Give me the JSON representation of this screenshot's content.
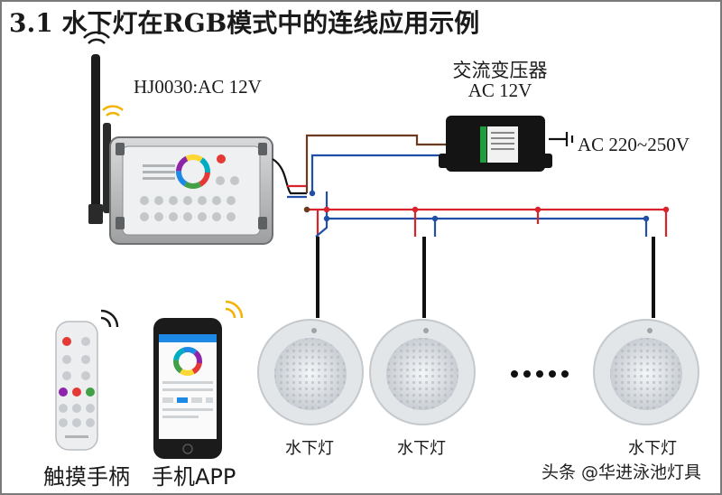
{
  "title": "3.1 水下灯在RGB模式中的连线应用示例",
  "controller": {
    "model_label": "HJ0030:AC 12V"
  },
  "transformer": {
    "name": "交流变压器",
    "voltage": "AC 12V"
  },
  "mains": {
    "label": "AC 220~250V"
  },
  "lamps": [
    {
      "label": "水下灯"
    },
    {
      "label": "水下灯"
    },
    {
      "label": "水下灯"
    }
  ],
  "remote": {
    "label": "触摸手柄"
  },
  "phone": {
    "label": "手机APP"
  },
  "watermark": "头条 @华进泳池灯具",
  "colors": {
    "live_wire": "#d8232a",
    "neutral_wire": "#1f4fa6",
    "brown_wire": "#6b3a1f",
    "signal_wire": "#111111"
  }
}
